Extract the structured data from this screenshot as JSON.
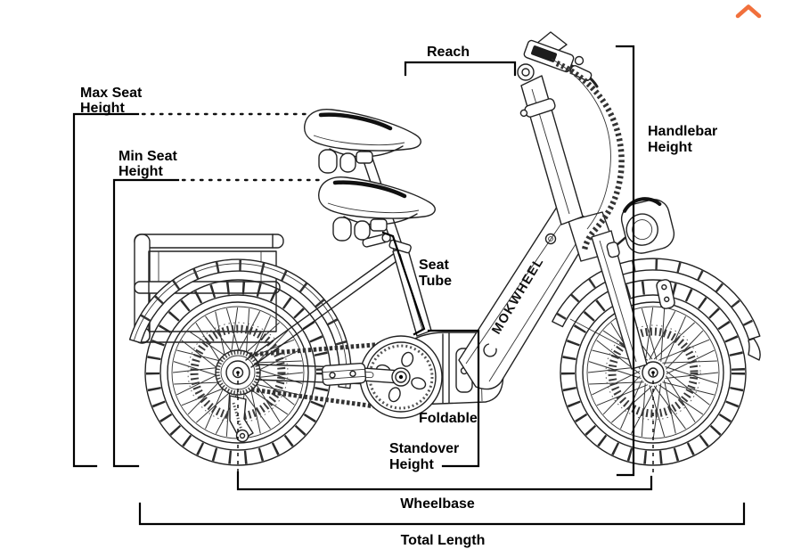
{
  "diagram": {
    "type": "bicycle-dimension-diagram",
    "brand": "MOKWHEEL",
    "labels": {
      "reach": "Reach",
      "max_seat_height": {
        "line1": "Max Seat",
        "line2": "Height"
      },
      "min_seat_height": {
        "line1": "Min Seat",
        "line2": "Height"
      },
      "handlebar_height": {
        "line1": "Handlebar",
        "line2": "Height"
      },
      "seat_tube": {
        "line1": "Seat",
        "line2": "Tube"
      },
      "foldable": "Foldable",
      "standover_height": {
        "line1": "Standover",
        "line2": "Height"
      },
      "wheelbase": "Wheelbase",
      "total_length": "Total Length"
    },
    "icons": {
      "scroll_top": "chevron-up-icon"
    },
    "colors": {
      "line": "#000000",
      "accent": "#F1703C",
      "background": "#FFFFFF"
    }
  }
}
